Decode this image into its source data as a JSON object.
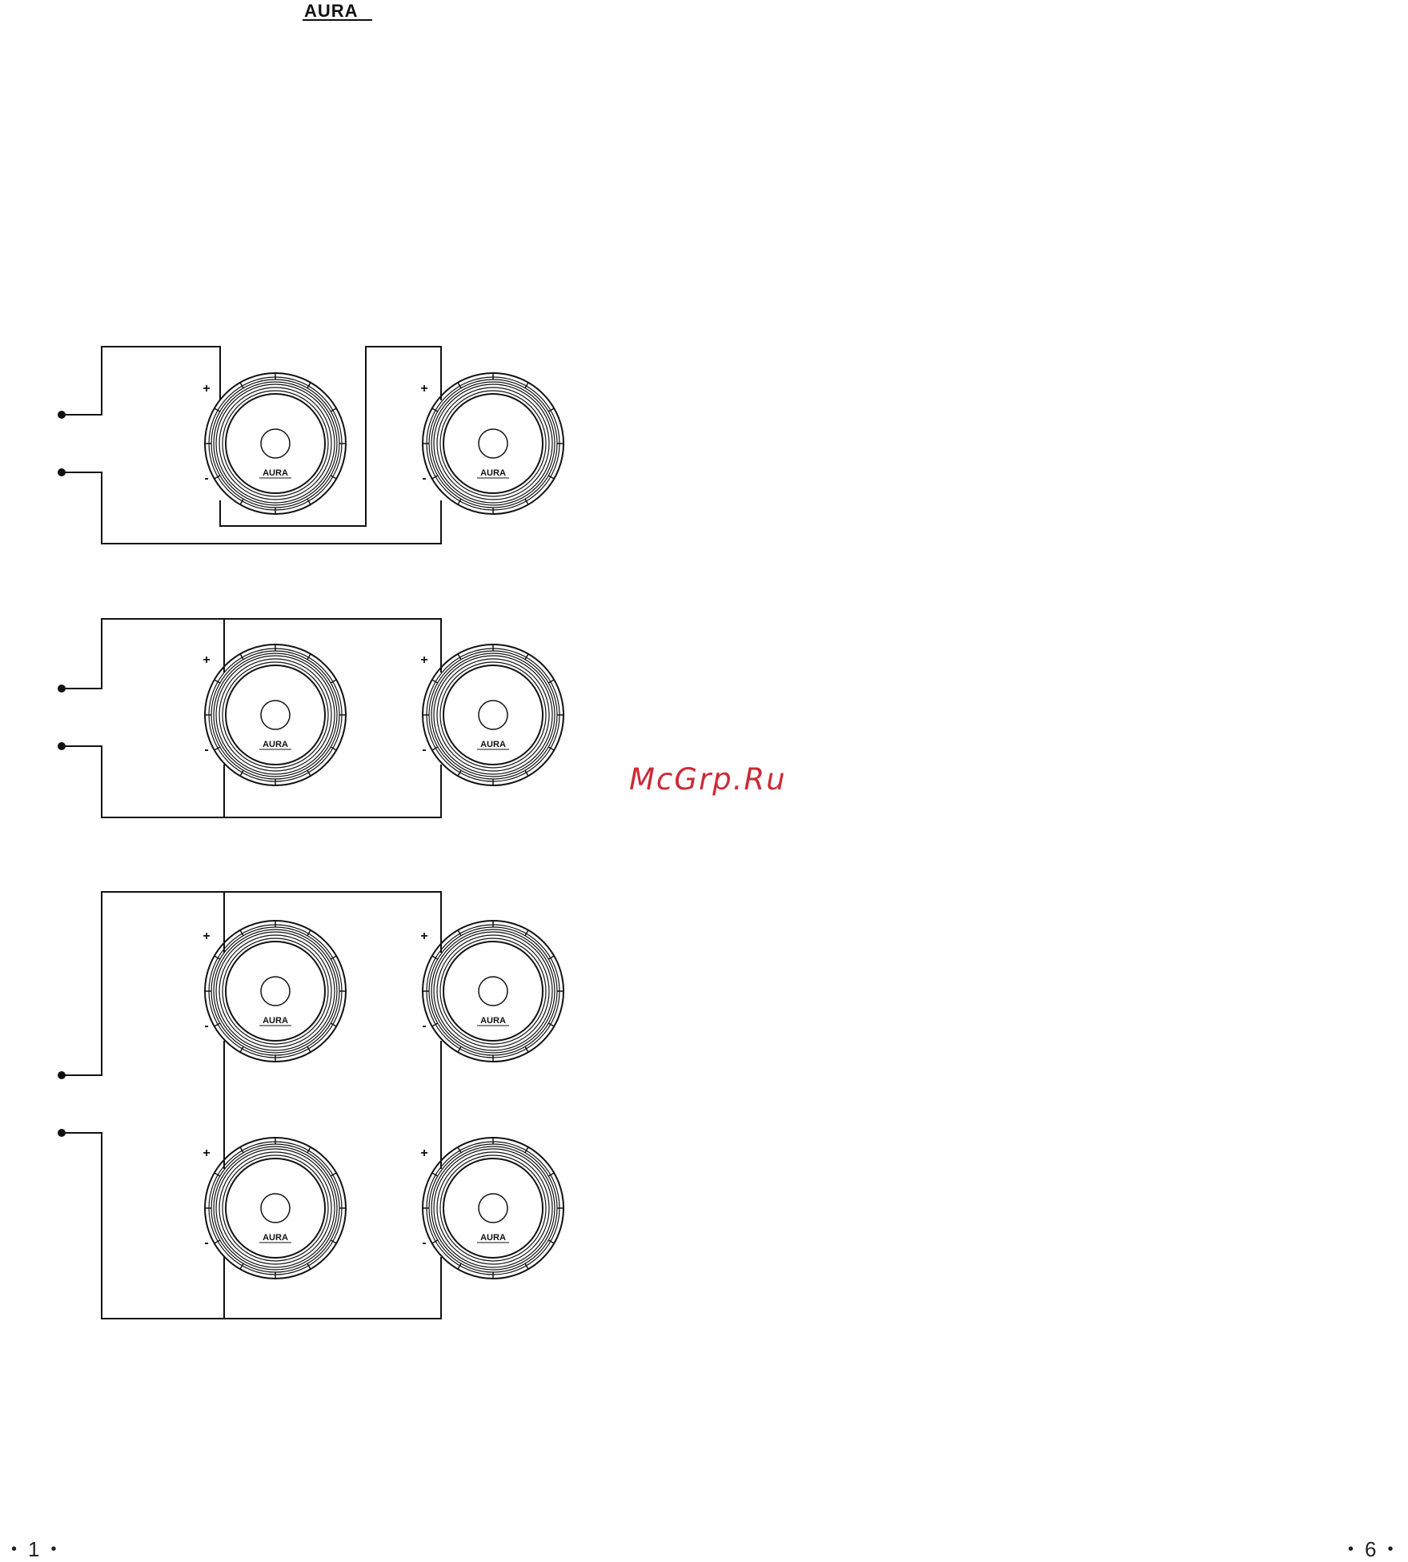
{
  "header": {
    "logo_text": "AURA"
  },
  "speaker": {
    "badge": "AURA"
  },
  "polarity": {
    "plus": "+",
    "minus": "-"
  },
  "diagrams": [
    {
      "id": "series",
      "speakers": 2
    },
    {
      "id": "parallel",
      "speakers": 2
    },
    {
      "id": "series-parallel",
      "speakers": 4
    }
  ],
  "watermark": {
    "text": "McGrp.Ru"
  },
  "footer": {
    "left_page": "1",
    "right_page": "6",
    "bullet": "•"
  }
}
